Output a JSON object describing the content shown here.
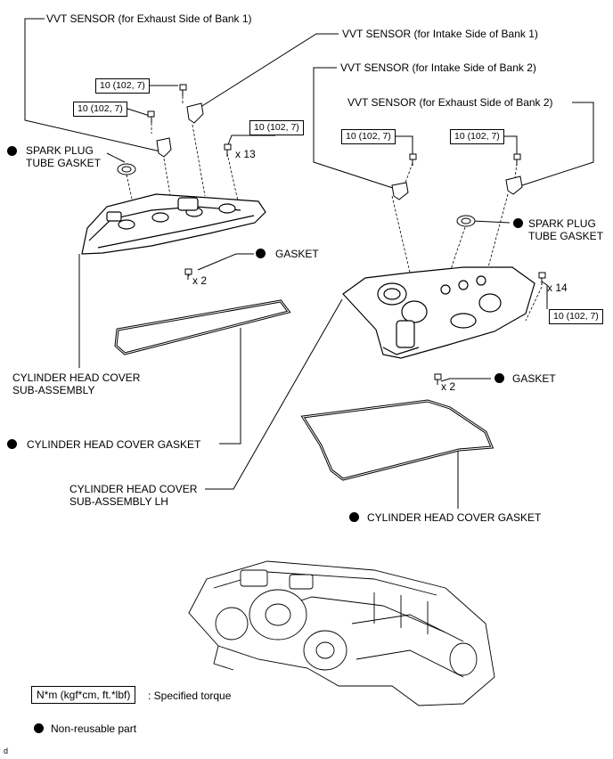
{
  "labels": {
    "vvt_exhaust_bank1": "VVT SENSOR (for Exhaust Side of Bank 1)",
    "vvt_intake_bank1": "VVT SENSOR (for Intake Side of Bank 1)",
    "vvt_intake_bank2": "VVT SENSOR (for Intake Side of Bank 2)",
    "vvt_exhaust_bank2": "VVT SENSOR (for Exhaust Side of Bank 2)",
    "spark_plug_gasket_left": "SPARK PLUG TUBE GASKET",
    "spark_plug_gasket_right": "SPARK PLUG TUBE GASKET",
    "gasket_upper": "GASKET",
    "gasket_lower": "GASKET",
    "cover_subassy": "CYLINDER HEAD COVER SUB-ASSEMBLY",
    "cover_gasket_left": "CYLINDER HEAD COVER GASKET",
    "cover_subassy_lh": "CYLINDER HEAD COVER SUB-ASSEMBLY LH",
    "cover_gasket_right": "CYLINDER HEAD COVER GASKET"
  },
  "torques": {
    "t1": "10 (102, 7)",
    "t2": "10 (102, 7)",
    "t3": "10 (102, 7)",
    "t4": "10 (102, 7)",
    "t5": "10 (102, 7)",
    "t6": "10 (102, 7)"
  },
  "quantities": {
    "q13": "x 13",
    "q2_upper": "x 2",
    "q14": "x 14",
    "q2_lower": "x 2"
  },
  "legend": {
    "torque_unit": "N*m (kgf*cm, ft.*lbf)",
    "torque_desc": ": Specified torque",
    "nonreusable": "Non-reusable part"
  },
  "corner_mark": "d"
}
